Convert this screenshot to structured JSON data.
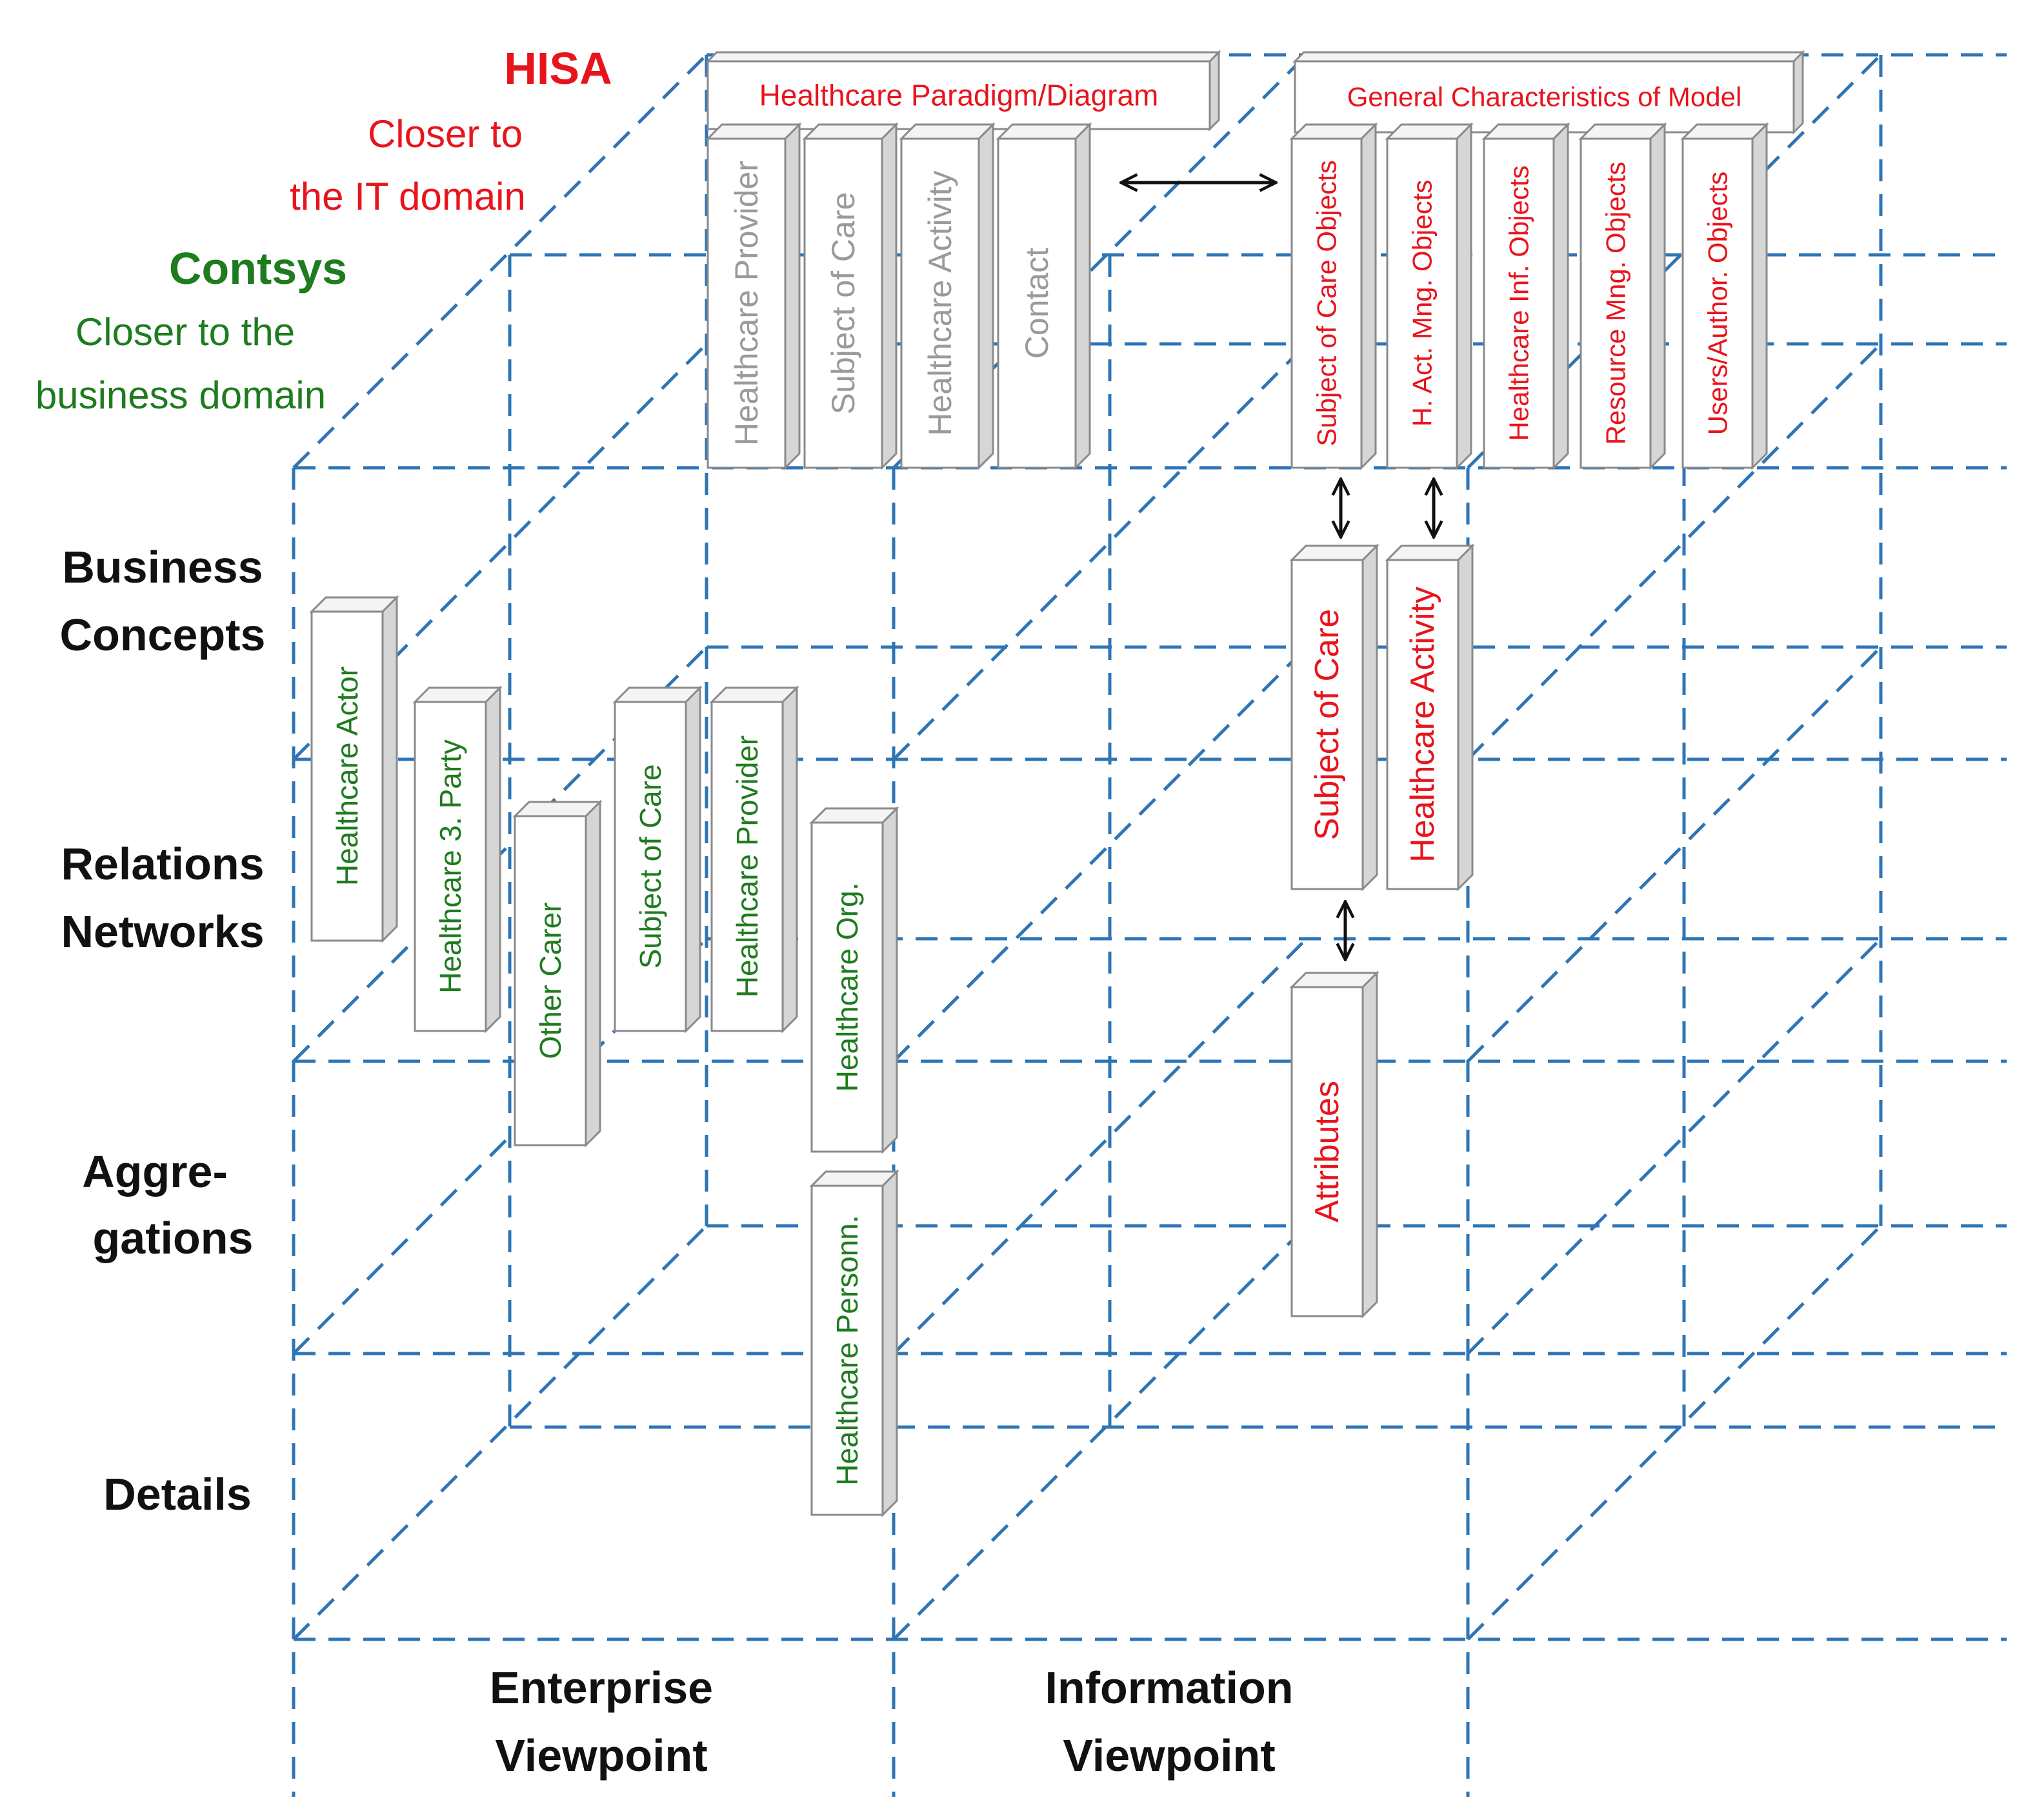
{
  "annotations": {
    "hisa_title": "HISA",
    "hisa_line1": "Closer to",
    "hisa_line2": "the IT domain",
    "contsys_title": "Contsys",
    "contsys_line1": "Closer to the",
    "contsys_line2": "business domain"
  },
  "row_labels": {
    "business_line1": "Business",
    "business_line2": "Concepts",
    "relations_line1": "Relations",
    "relations_line2": "Networks",
    "aggregations_line1": "Aggre-",
    "aggregations_line2": "gations",
    "details": "Details"
  },
  "column_labels": {
    "enterprise_line1": "Enterprise",
    "enterprise_line2": "Viewpoint",
    "information_line1": "Information",
    "information_line2": "Viewpoint"
  },
  "headers": {
    "paradigm": "Healthcare Paradigm/Diagram",
    "general": "General Characteristics of Model"
  },
  "paradigm_boxes": [
    "Healthcare Provider",
    "Subject of Care",
    "Healthcare Activity",
    "Contact"
  ],
  "general_boxes": [
    "Subject of Care Objects",
    "H. Act. Mng. Objects",
    "Healthcare Inf. Objects",
    "Resource Mng. Objects",
    "Users/Author. Objects"
  ],
  "info_boxes": {
    "subject_of_care": "Subject of Care",
    "healthcare_activity": "Healthcare Activity",
    "attributes": "Attributes"
  },
  "enterprise_boxes": {
    "healthcare_actor": "Healthcare Actor",
    "healthcare_3_party": "Healthcare 3. Party",
    "other_carer": "Other Carer",
    "subject_of_care": "Subject of Care",
    "healthcare_provider": "Healthcare Provider",
    "healthcare_org": "Healthcare Org.",
    "healthcare_personn": "Healthcare Personn."
  },
  "colors": {
    "grid": "#2E75B6",
    "hisa": "#E8141C",
    "contsys": "#1E7B1E",
    "box_grey_text": "#9a9a9a",
    "black": "#111111"
  }
}
